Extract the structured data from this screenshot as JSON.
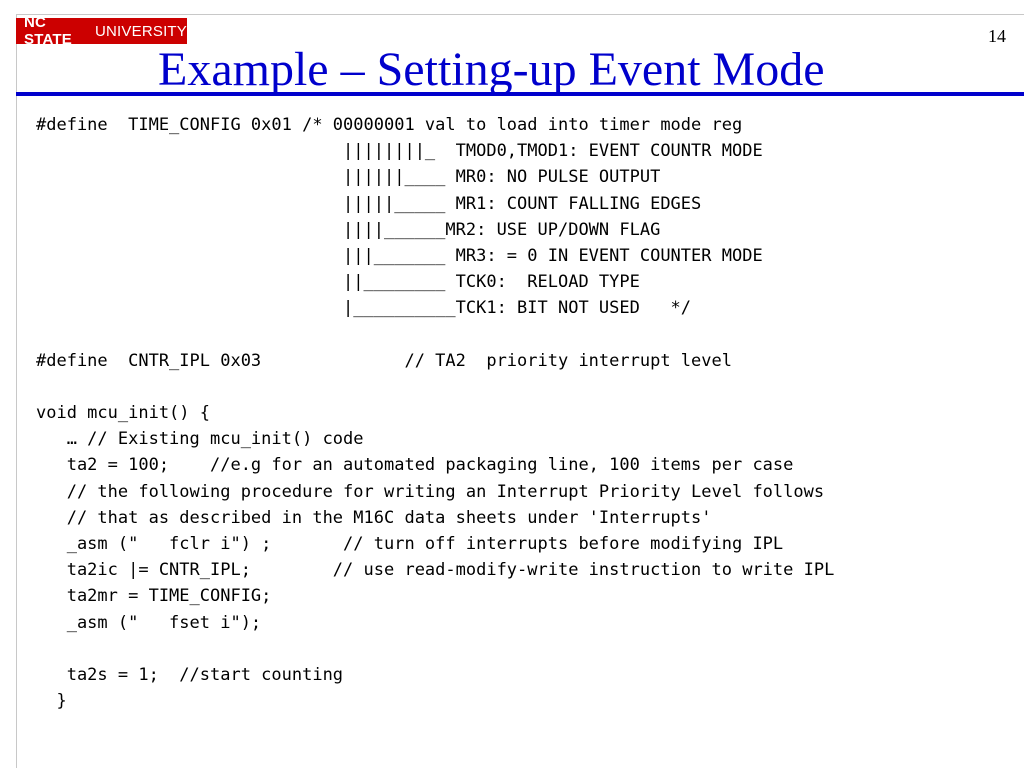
{
  "header": {
    "logo_strong": "NC STATE",
    "logo_light": "UNIVERSITY",
    "slide_number": "14",
    "title": "Example – Setting-up Event Mode"
  },
  "code_lines": [
    "#define  TIME_CONFIG 0x01 /* 00000001 val to load into timer mode reg",
    "                              ||||||||_  TMOD0,TMOD1: EVENT COUNTR MODE",
    "                              ||||||____ MR0: NO PULSE OUTPUT",
    "                              |||||_____ MR1: COUNT FALLING EDGES",
    "                              ||||______MR2: USE UP/DOWN FLAG",
    "                              |||_______ MR3: = 0 IN EVENT COUNTER MODE",
    "                              ||________ TCK0:  RELOAD TYPE",
    "                              |__________TCK1: BIT NOT USED   */",
    "",
    "#define  CNTR_IPL 0x03              // TA2  priority interrupt level",
    "",
    "void mcu_init() {",
    "   … // Existing mcu_init() code",
    "   ta2 = 100;    //e.g for an automated packaging line, 100 items per case",
    "   // the following procedure for writing an Interrupt Priority Level follows",
    "   // that as described in the M16C data sheets under 'Interrupts'",
    "   _asm (\"   fclr i\") ;       // turn off interrupts before modifying IPL",
    "   ta2ic |= CNTR_IPL;        // use read-modify-write instruction to write IPL",
    "   ta2mr = TIME_CONFIG;",
    "   _asm (\"   fset i\");",
    "",
    "   ta2s = 1;  //start counting",
    "  }"
  ]
}
